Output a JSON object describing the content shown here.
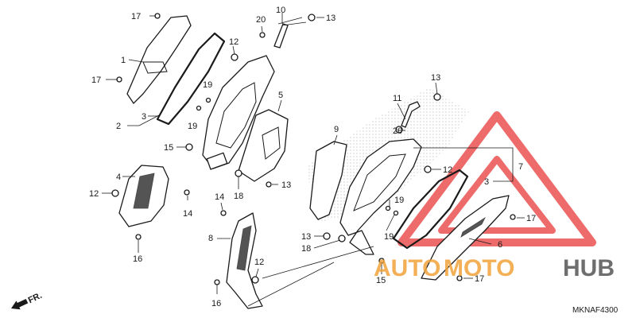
{
  "diagram": {
    "callouts": [
      {
        "id": "c17a",
        "text": "17"
      },
      {
        "id": "c20a",
        "text": "20"
      },
      {
        "id": "c10",
        "text": "10"
      },
      {
        "id": "c13a",
        "text": "13"
      },
      {
        "id": "c12a",
        "text": "12"
      },
      {
        "id": "c1",
        "text": "1"
      },
      {
        "id": "c17b",
        "text": "17"
      },
      {
        "id": "c19a",
        "text": "19"
      },
      {
        "id": "c5",
        "text": "5"
      },
      {
        "id": "c2",
        "text": "2"
      },
      {
        "id": "c3a",
        "text": "3"
      },
      {
        "id": "c19b",
        "text": "19"
      },
      {
        "id": "c15a",
        "text": "15"
      },
      {
        "id": "c4",
        "text": "4"
      },
      {
        "id": "c12b",
        "text": "12"
      },
      {
        "id": "c14a",
        "text": "14"
      },
      {
        "id": "c14b",
        "text": "14"
      },
      {
        "id": "c18a",
        "text": "18"
      },
      {
        "id": "c13b",
        "text": "13"
      },
      {
        "id": "c16a",
        "text": "16"
      },
      {
        "id": "c9",
        "text": "9"
      },
      {
        "id": "c11",
        "text": "11"
      },
      {
        "id": "c13c",
        "text": "13"
      },
      {
        "id": "c20b",
        "text": "20"
      },
      {
        "id": "c12c",
        "text": "12"
      },
      {
        "id": "c7",
        "text": "7"
      },
      {
        "id": "c3b",
        "text": "3"
      },
      {
        "id": "c19c",
        "text": "19"
      },
      {
        "id": "c19d",
        "text": "19"
      },
      {
        "id": "c17c",
        "text": "17"
      },
      {
        "id": "c13d",
        "text": "13"
      },
      {
        "id": "c18b",
        "text": "18"
      },
      {
        "id": "c6",
        "text": "6"
      },
      {
        "id": "c8",
        "text": "8"
      },
      {
        "id": "c12d",
        "text": "12"
      },
      {
        "id": "c15b",
        "text": "15"
      },
      {
        "id": "c17d",
        "text": "17"
      },
      {
        "id": "c16b",
        "text": "16"
      }
    ],
    "front_arrow_label": "FR.",
    "diagram_code": "MKNAF4300"
  },
  "watermark": {
    "brand_auto": "AUTO",
    "brand_moto": "MOTO",
    "brand_hub": "HUB",
    "color_red": "#e83a3a",
    "color_orange": "#f2a33a",
    "color_gray": "#555555"
  }
}
